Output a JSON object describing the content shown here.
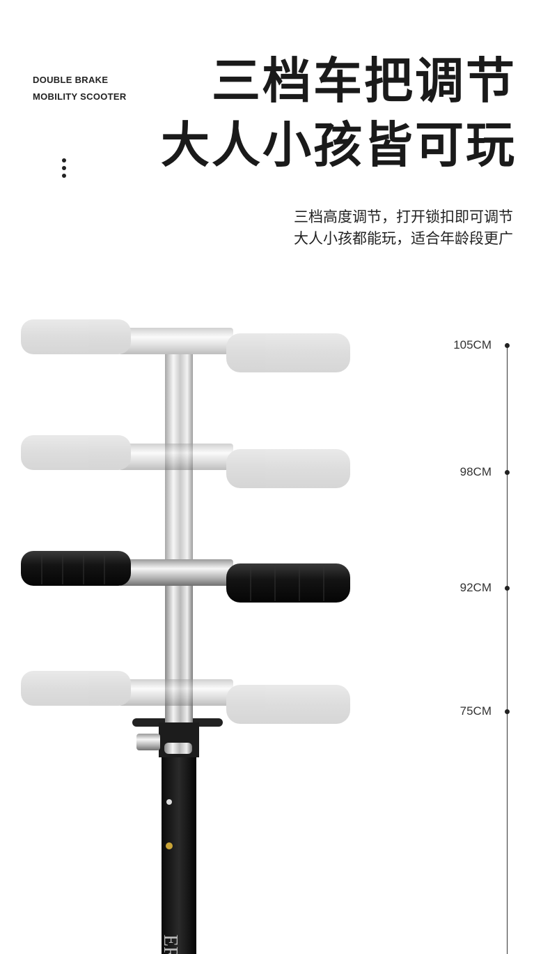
{
  "brand": {
    "line1": "DOUBLE BRAKE",
    "line2": "MOBILITY SCOOTER"
  },
  "headline": {
    "line1": "三档车把调节",
    "line2": "大人小孩皆可玩"
  },
  "description": {
    "line1": "三档高度调节，打开锁扣即可调节",
    "line2": "大人小孩都能玩，适合年龄段更广"
  },
  "heights": [
    {
      "label": "105CM"
    },
    {
      "label": "98CM"
    },
    {
      "label": "92CM"
    },
    {
      "label": "75CM"
    }
  ],
  "colors": {
    "grip_active": "#1a1a1a",
    "grip_faded": "#bdbdbd",
    "stem": "#d9d9d9",
    "deck": "#111111"
  }
}
